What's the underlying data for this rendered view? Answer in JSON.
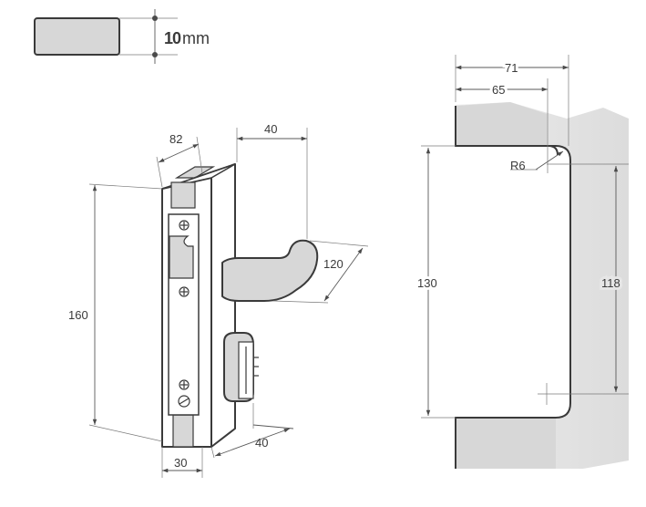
{
  "colors": {
    "line": "#3a3a3a",
    "fill_gray": "#d7d7d7",
    "wall_gray": "#e4e4e4",
    "white": "#ffffff"
  },
  "glass_thickness": {
    "value": "10",
    "unit": "mm"
  },
  "lock_view": {
    "width_top": "82",
    "handle_offset": "40",
    "handle_length": "120",
    "height": "160",
    "base_width": "30",
    "cylinder_depth": "40"
  },
  "strike_view": {
    "outer_width": "71",
    "inner_width": "65",
    "radius": "R6",
    "height_outer": "130",
    "height_inner": "118"
  }
}
